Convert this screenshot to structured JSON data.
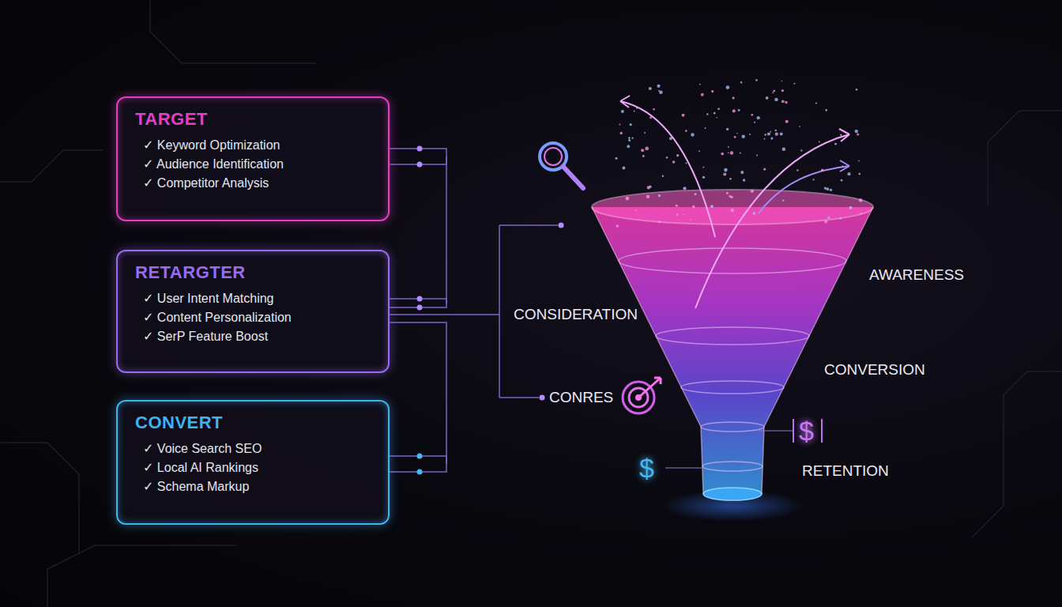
{
  "diagram": {
    "nodes": [
      {
        "text": [
          "TARGET",
          "✓ Keyword Optimization",
          "✓ Audience Identification",
          "✓ Competitor Analysis"
        ]
      },
      {
        "text": [
          "RETARGTER",
          "✓ User Intent Matching",
          "✓ Content Personalization",
          "✓ SerP Feature Boost"
        ]
      },
      {
        "text": [
          "CONVERT",
          "✓ Voice Search SEO",
          "✓ Local AI Rankings",
          "✓ Schema Markup"
        ]
      }
    ],
    "labels": [
      "AWARENESS",
      "CONSIDERATION",
      "CONVERSION",
      "CONRES",
      "RETENTION",
      "$",
      "$"
    ]
  }
}
